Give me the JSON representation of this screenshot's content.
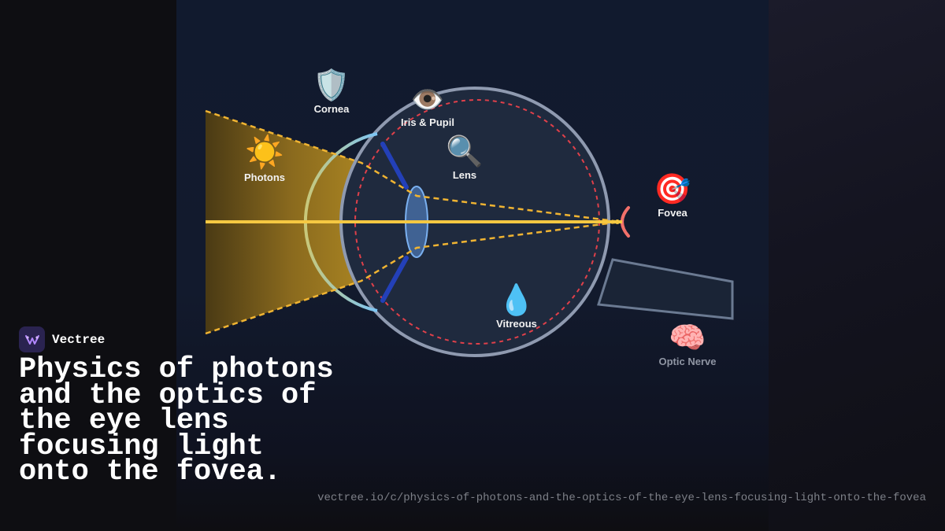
{
  "labels": {
    "photons": {
      "text": "Photons",
      "icon": "sun-icon",
      "glyph": "☀️"
    },
    "cornea": {
      "text": "Cornea",
      "icon": "shield-icon",
      "glyph": "🛡️"
    },
    "iris_pupil": {
      "text": "Iris & Pupil",
      "icon": "eye-icon",
      "glyph": "👁️"
    },
    "lens": {
      "text": "Lens",
      "icon": "magnifier-icon",
      "glyph": "🔍"
    },
    "fovea": {
      "text": "Fovea",
      "icon": "target-icon",
      "glyph": "🎯"
    },
    "vitreous": {
      "text": "Vitreous",
      "icon": "droplet-icon",
      "glyph": "💧"
    },
    "optic_nerve": {
      "text": "Optic Nerve",
      "icon": "brain-icon",
      "glyph": "🧠"
    }
  },
  "brand": {
    "name": "Vectree",
    "icon": "vectree-logo-icon"
  },
  "title": "Physics of photons and the optics of the eye lens focusing light onto the fovea.",
  "url": "vectree.io/c/physics-of-photons-and-the-optics-of-the-eye-lens-focusing-light-onto-the-fovea",
  "colors": {
    "light_beam": "#f5c842",
    "ray_dashed": "#f0b432",
    "cornea": "#7cc6f7",
    "iris": "#2340b8",
    "retina_dashed": "#e0404a",
    "sclera": "#8f9ab0",
    "fovea_arc": "#f2706a",
    "optic_nerve": "#6b7a92"
  }
}
